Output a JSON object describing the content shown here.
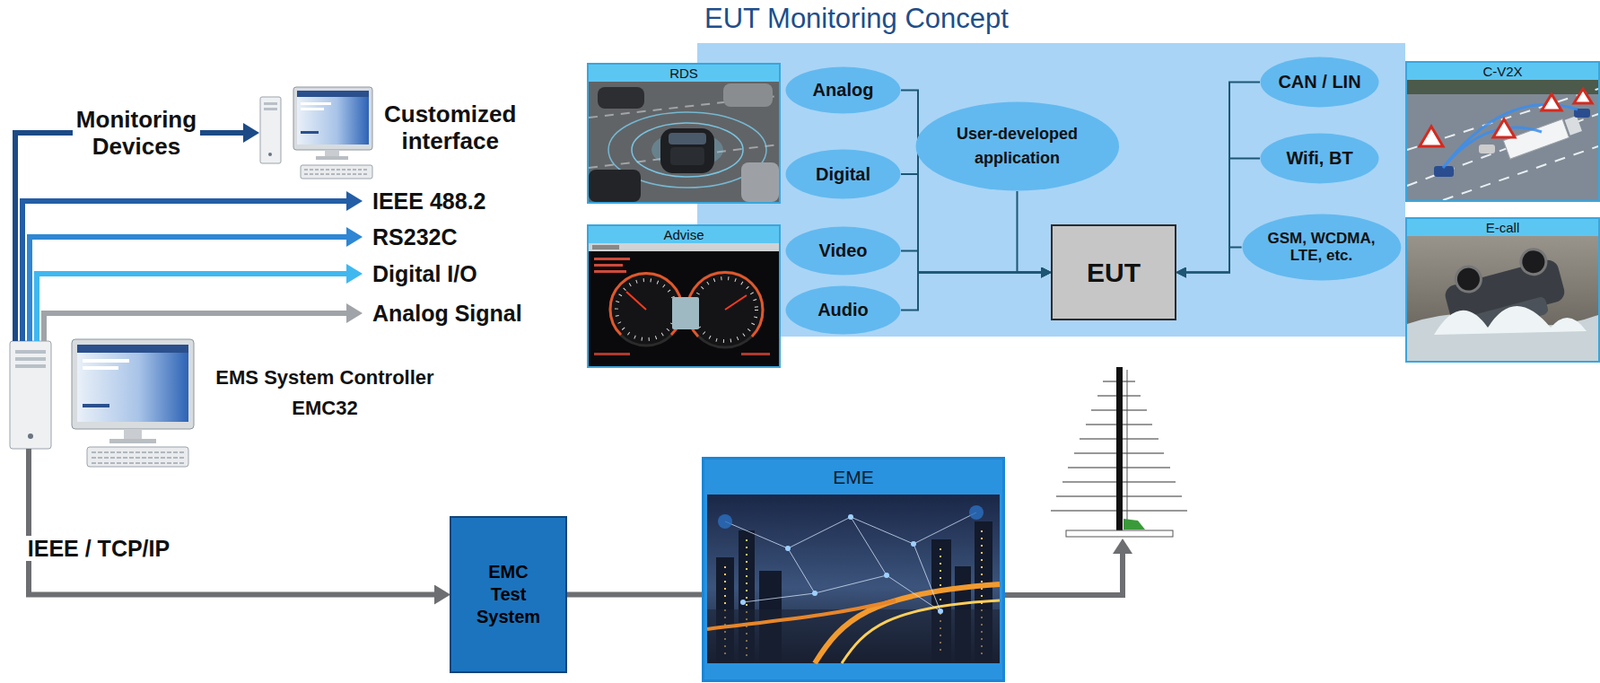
{
  "diagram": {
    "nodes": [
      {
        "text": [
          "EUT Monitoring Concept"
        ]
      },
      {
        "text": [
          "RDS"
        ]
      },
      {
        "text": [
          "Advise"
        ]
      },
      {
        "text": [
          "Analog"
        ],
        "in": 0
      },
      {
        "text": [
          "Digital"
        ],
        "in": 0
      },
      {
        "text": [
          "Video"
        ],
        "in": 0
      },
      {
        "text": [
          "Audio"
        ],
        "in": 0
      },
      {
        "text": [
          "User-developed application"
        ],
        "in": 0
      },
      {
        "text": [
          "EUT"
        ],
        "in": 0
      },
      {
        "text": [
          "CAN / LIN"
        ],
        "in": 0
      },
      {
        "text": [
          "Wifi, BT"
        ],
        "in": 0
      },
      {
        "text": [
          "GSM, WCDMA, LTE, etc."
        ],
        "in": 0
      },
      {
        "text": [
          "C-V2X"
        ]
      },
      {
        "text": [
          "E-call"
        ]
      },
      {
        "text": [
          "Customized interface"
        ]
      },
      {
        "text": [
          "EMS System Controller",
          "EMC32"
        ]
      },
      {
        "text": [
          "EMC Test System"
        ]
      },
      {
        "text": [
          "EME"
        ]
      }
    ],
    "edges": [
      {
        "from": 15,
        "to": 14,
        "label": "Monitoring Devices",
        "arrow": "to"
      },
      {
        "from": 3,
        "to": 8,
        "arrow": "to"
      },
      {
        "from": 4,
        "to": 8,
        "arrow": "to"
      },
      {
        "from": 5,
        "to": 8,
        "arrow": "to"
      },
      {
        "from": 6,
        "to": 8,
        "arrow": "to"
      },
      {
        "from": 7,
        "to": 8,
        "arrow": "to"
      },
      {
        "from": 9,
        "to": 8,
        "arrow": "to"
      },
      {
        "from": 10,
        "to": 8,
        "arrow": "to"
      },
      {
        "from": 11,
        "to": 8,
        "arrow": "to"
      },
      {
        "from": 15,
        "to": 16,
        "label": "IEEE / TCP/IP",
        "arrow": "to"
      },
      {
        "from": 16,
        "to": 17,
        "arrow": "none"
      }
    ],
    "labels": [
      "IEEE 488.2",
      "RS232C",
      "Digital I/O",
      "Analog Signal"
    ]
  }
}
